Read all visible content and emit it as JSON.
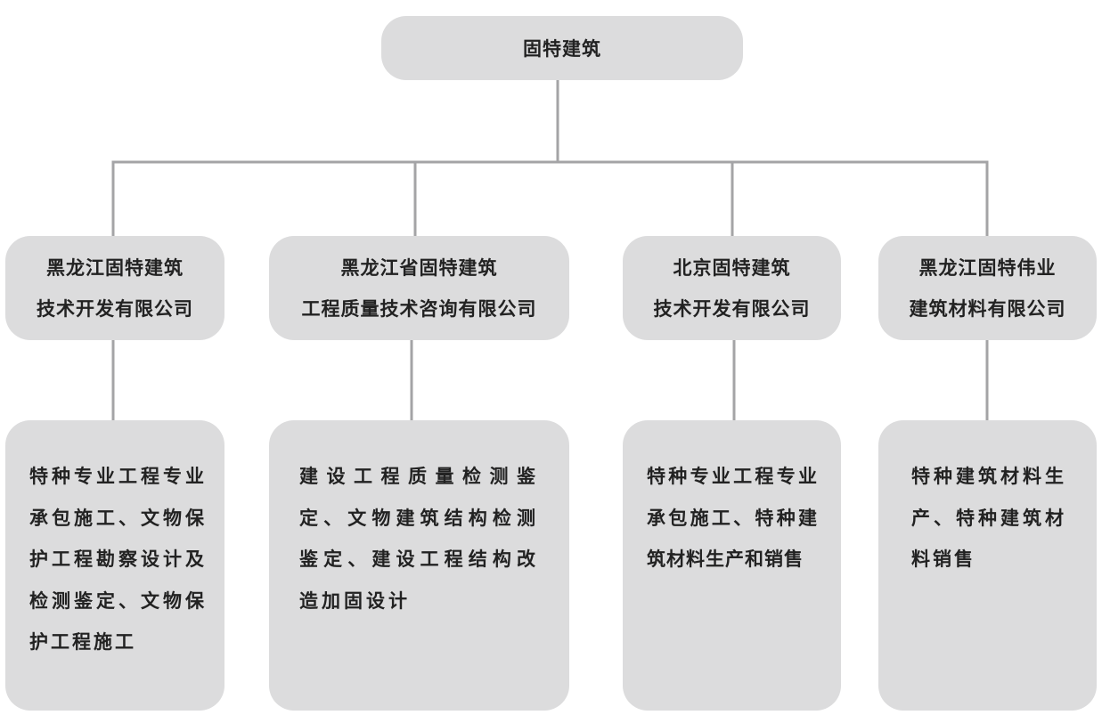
{
  "root": {
    "label": "固特建筑"
  },
  "companies": [
    {
      "name_line1": "黑龙江固特建筑",
      "name_line2": "技术开发有限公司",
      "description": "特种专业工程专业承包施工、文物保护工程勘察设计及检测鉴定、文物保护工程施工"
    },
    {
      "name_line1": "黑龙江省固特建筑",
      "name_line2": "工程质量技术咨询有限公司",
      "description": "建设工程质量检测鉴定、文物建筑结构检测鉴定、建设工程结构改造加固设计"
    },
    {
      "name_line1": "北京固特建筑",
      "name_line2": "技术开发有限公司",
      "description": "特种专业工程专业承包施工、特种建筑材料生产和销售"
    },
    {
      "name_line1": "黑龙江固特伟业",
      "name_line2": "建筑材料有限公司",
      "description": "特种建筑材料生产、特种建筑材料销售"
    }
  ],
  "colors": {
    "box_fill": "#dcdcdd",
    "connector": "#a4a4a6",
    "text": "#222222"
  }
}
